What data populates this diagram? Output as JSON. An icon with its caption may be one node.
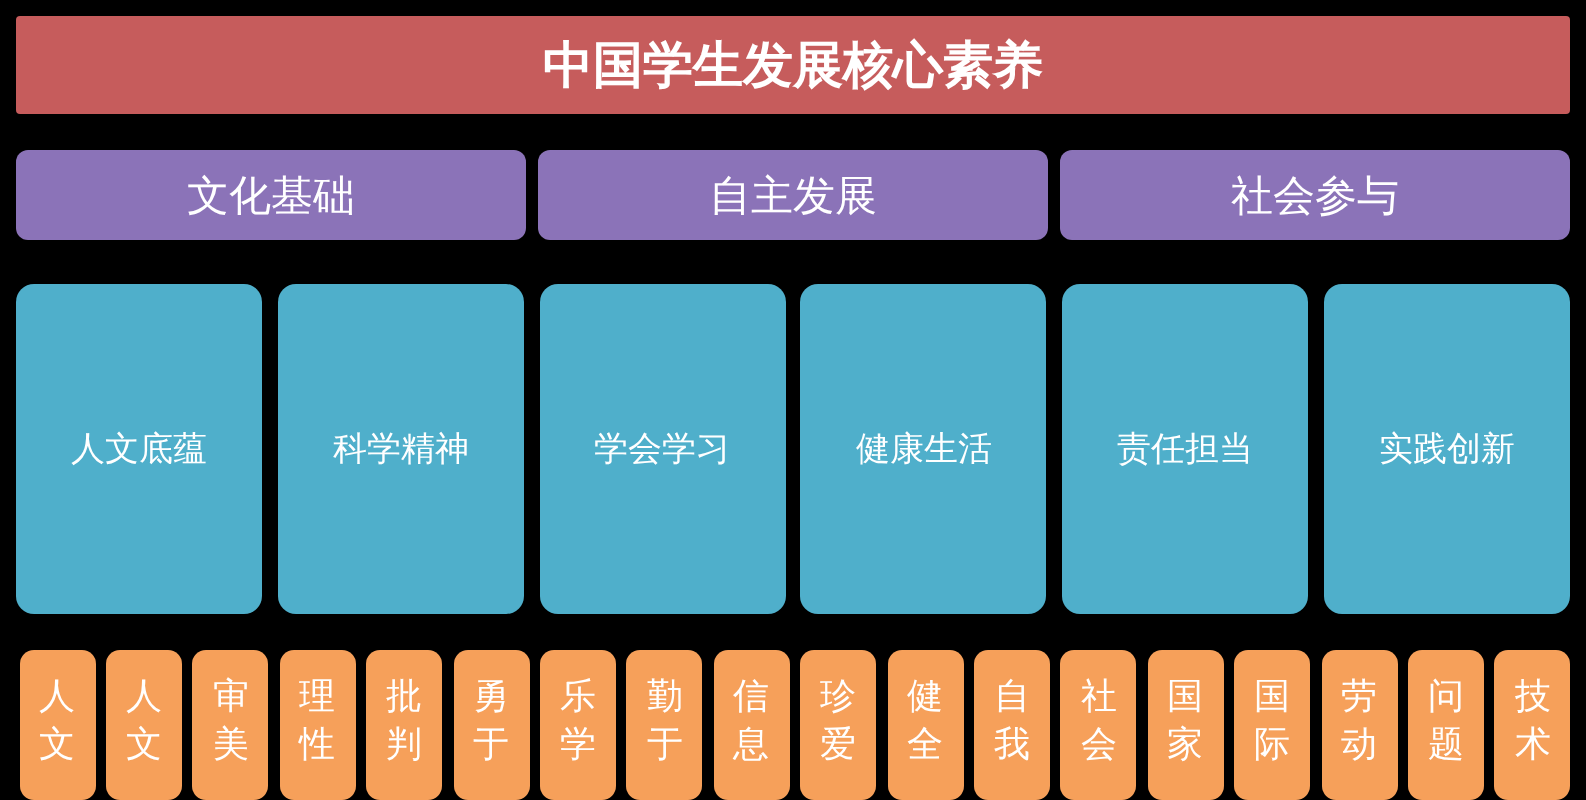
{
  "diagram": {
    "nodes": [
      {
        "text": [
          "中国学生发展核心素养"
        ]
      },
      {
        "text": [
          "文化基础"
        ]
      },
      {
        "text": [
          "自主发展"
        ]
      },
      {
        "text": [
          "社会参与"
        ]
      },
      {
        "text": [
          "人文底蕴"
        ]
      },
      {
        "text": [
          "科学精神"
        ]
      },
      {
        "text": [
          "学会学习"
        ]
      },
      {
        "text": [
          "健康生活"
        ]
      },
      {
        "text": [
          "责任担当"
        ]
      },
      {
        "text": [
          "实践创新"
        ]
      },
      {
        "text": [
          "人文"
        ]
      },
      {
        "text": [
          "人文"
        ]
      },
      {
        "text": [
          "审美"
        ]
      },
      {
        "text": [
          "理性"
        ]
      },
      {
        "text": [
          "批判"
        ]
      },
      {
        "text": [
          "勇于"
        ]
      },
      {
        "text": [
          "乐学"
        ]
      },
      {
        "text": [
          "勤于"
        ]
      },
      {
        "text": [
          "信息"
        ]
      },
      {
        "text": [
          "珍爱"
        ]
      },
      {
        "text": [
          "健全"
        ]
      },
      {
        "text": [
          "自我"
        ]
      },
      {
        "text": [
          "社会"
        ]
      },
      {
        "text": [
          "国家"
        ]
      },
      {
        "text": [
          "国际"
        ]
      },
      {
        "text": [
          "劳动"
        ]
      },
      {
        "text": [
          "问题"
        ]
      },
      {
        "text": [
          "技术"
        ]
      }
    ]
  }
}
